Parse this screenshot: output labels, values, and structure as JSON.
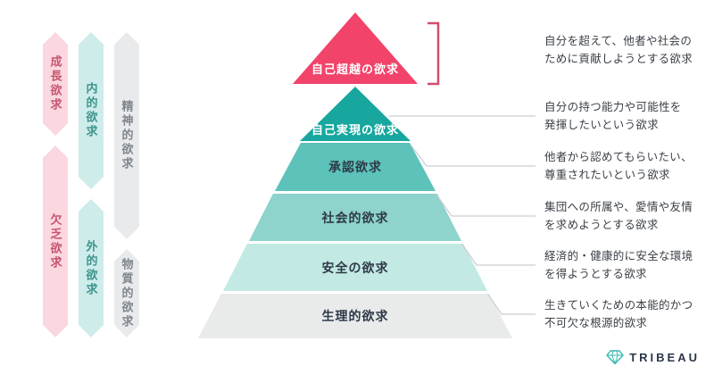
{
  "pyramid": {
    "levels": [
      {
        "name": "self-transcendence",
        "label": "自己超越の欲求",
        "color": "#f2436b",
        "text_color": "#ffffff"
      },
      {
        "name": "self-actualization",
        "label": "自己実現の欲求",
        "color": "#17a79e",
        "text_color": "#ffffff"
      },
      {
        "name": "esteem",
        "label": "承認欲求",
        "color": "#5cc2ba",
        "text_color": "#2f3a47"
      },
      {
        "name": "social",
        "label": "社会的欲求",
        "color": "#8ed3cc",
        "text_color": "#2f3a47"
      },
      {
        "name": "safety",
        "label": "安全の欲求",
        "color": "#c3e9e5",
        "text_color": "#2f3a47"
      },
      {
        "name": "physiological",
        "label": "生理的欲求",
        "color": "#e9ebeb",
        "text_color": "#2f3a47"
      }
    ]
  },
  "side_arrows": {
    "growth": {
      "label": "成長欲求",
      "color": "#fbd7e0",
      "label_color": "#c6566f"
    },
    "deficiency": {
      "label": "欠乏欲求",
      "color": "#fbd7e0",
      "label_color": "#c6566f"
    },
    "internal": {
      "label": "内的欲求",
      "color": "#cdecea",
      "label_color": "#3f948d"
    },
    "external": {
      "label": "外的欲求",
      "color": "#cdecea",
      "label_color": "#3f948d"
    },
    "spiritual": {
      "label": "精神的欲求",
      "color": "#e9eaec",
      "label_color": "#80868d"
    },
    "material": {
      "label": "物質的欲求",
      "color": "#e9eaec",
      "label_color": "#80868d"
    }
  },
  "descriptions": [
    {
      "line1": "自分を超えて、他者や社会の",
      "line2": "ために貢献しようとする欲求"
    },
    {
      "line1": "自分の持つ能力や可能性を",
      "line2": "発揮したいという欲求"
    },
    {
      "line1": "他者から認めてもらいたい、",
      "line2": "尊重されたいという欲求"
    },
    {
      "line1": "集団への所属や、愛情や友情",
      "line2": "を求めようとする欲求"
    },
    {
      "line1": "経済的・健康的に安全な環境",
      "line2": "を得ようとする欲求"
    },
    {
      "line1": "生きていくための本能的かつ",
      "line2": "不可欠な根源的欲求"
    }
  ],
  "connector": {
    "bracket_color": "#d14e6e",
    "line_color": "#c9ced3"
  },
  "logo": {
    "text": "TRIBEAU",
    "icon_color": "#35b8b0",
    "text_color": "#2b3648"
  }
}
